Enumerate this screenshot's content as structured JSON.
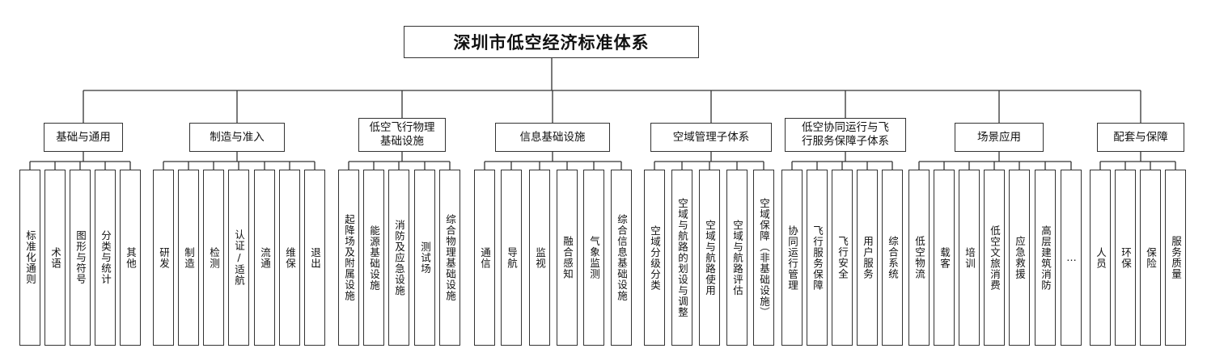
{
  "title": "深圳市低空经济标准体系",
  "categories": [
    {
      "label": "基础与通用",
      "children": [
        "标准化通则",
        "术语",
        "图形与符号",
        "分类与统计",
        "其他"
      ]
    },
    {
      "label": "制造与准入",
      "children": [
        "研发",
        "制造",
        "检测",
        "认证/适航",
        "流通",
        "维保",
        "退出"
      ]
    },
    {
      "label": "低空飞行物理\n基础设施",
      "children": [
        "起降场及附属设施",
        "能源基础设施",
        "消防及应急设施",
        "测试场",
        "综合物理基础设施"
      ]
    },
    {
      "label": "信息基础设施",
      "children": [
        "通信",
        "导航",
        "监视",
        "融合感知",
        "气象监测",
        "综合信息基础设施"
      ]
    },
    {
      "label": "空域管理子体系",
      "children": [
        "空域分级分类",
        "空域与航路的划设与调整",
        "空域与航路使用",
        "空域与航路评估",
        "空域保障（非基础设施）"
      ]
    },
    {
      "label": "低空协同运行与飞\n行服务保障子体系",
      "children": [
        "协同运行管理",
        "飞行服务保障",
        "飞行安全",
        "用户服务",
        "综合系统"
      ]
    },
    {
      "label": "场景应用",
      "children": [
        "低空物流",
        "载客",
        "培训",
        "低空文旅消费",
        "应急救援",
        "高层建筑消防",
        "…"
      ]
    },
    {
      "label": "配套与保障",
      "children": [
        "人员",
        "环保",
        "保险",
        "服务质量"
      ]
    }
  ]
}
